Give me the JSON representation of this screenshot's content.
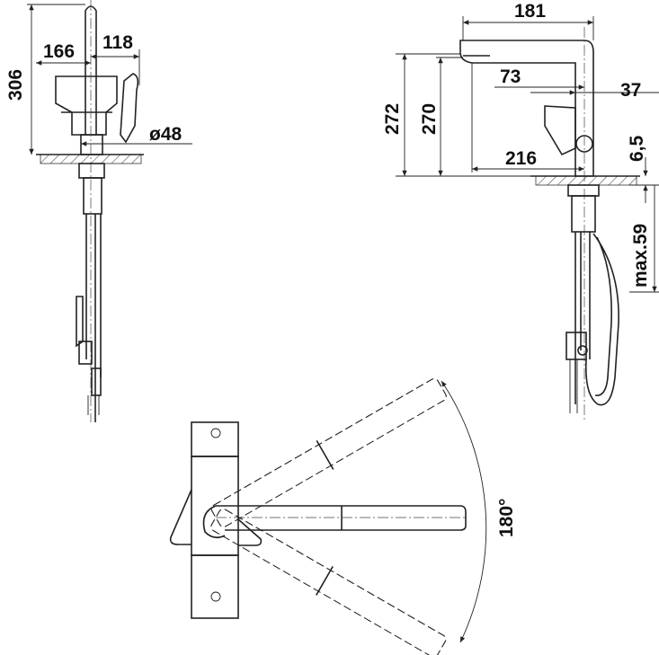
{
  "title": "Kitchen faucet technical drawing",
  "front_view": {
    "height_total": "306",
    "spout_reach_left": "166",
    "lever_offset": "118",
    "base_diameter": "ø48"
  },
  "side_view": {
    "spout_length": "181",
    "aerator_offset": "73",
    "lever_depth": "37",
    "height_total": "272",
    "outlet_height": "270",
    "reach": "216",
    "base_thickness": "6,5",
    "max_countertop": "max.59"
  },
  "top_view": {
    "swivel_angle": "180°"
  }
}
